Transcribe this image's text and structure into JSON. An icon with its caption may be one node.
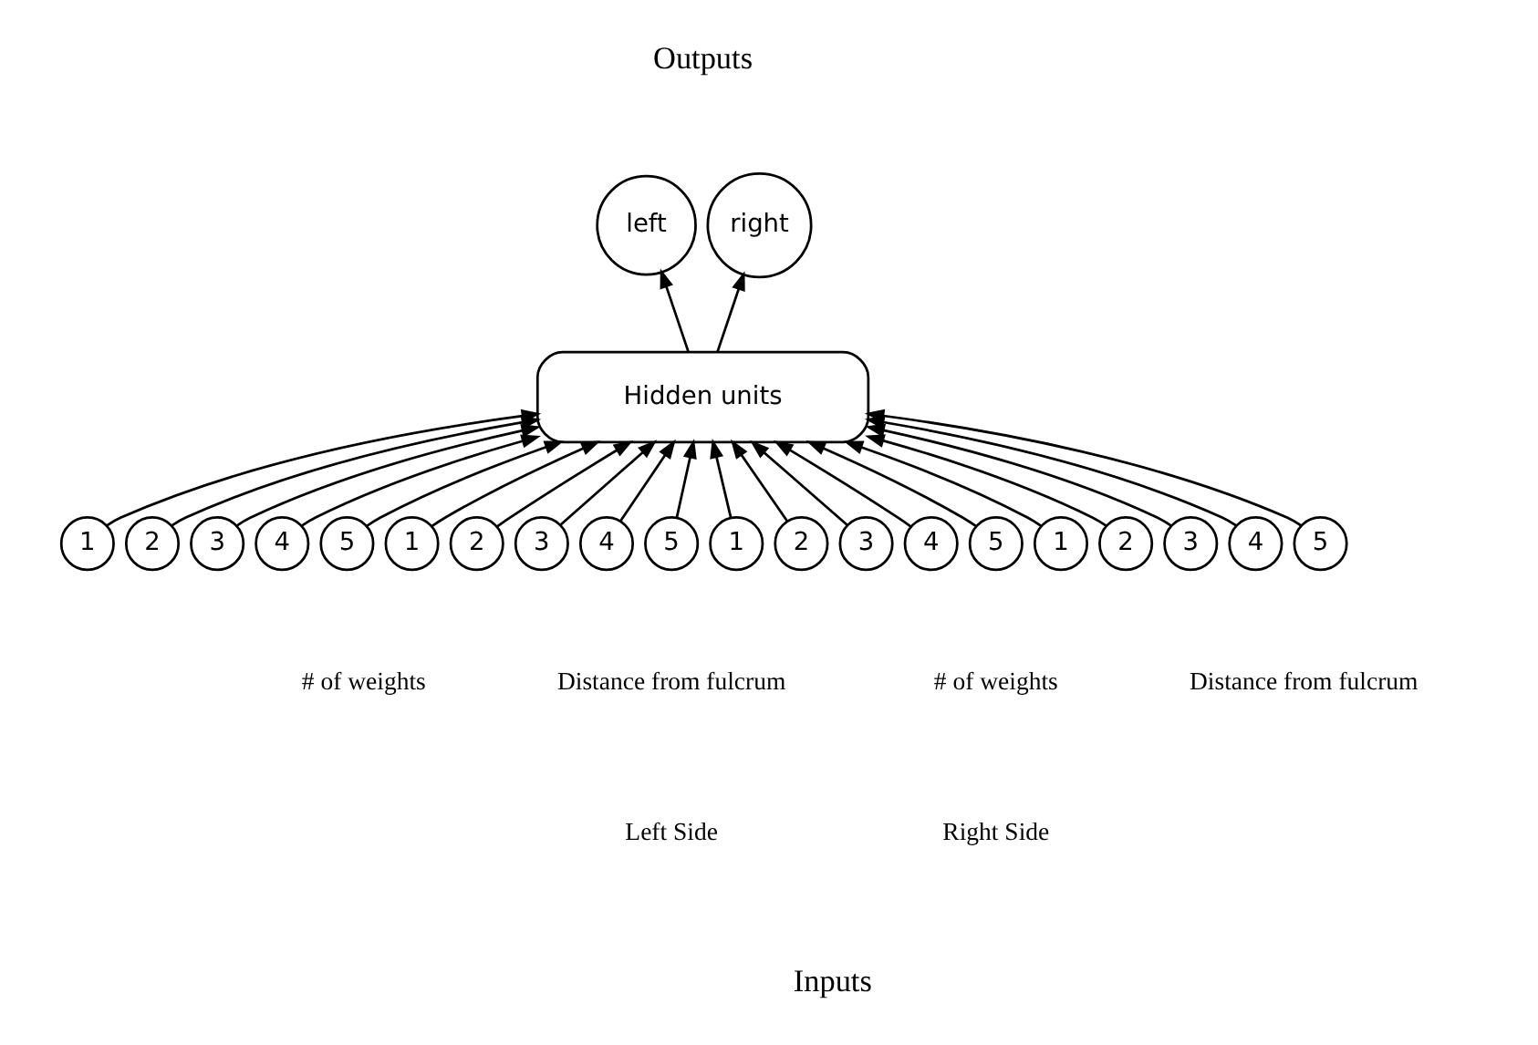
{
  "diagram": {
    "nodes": [
      {
        "text": [
          "left"
        ]
      },
      {
        "text": [
          "right"
        ]
      },
      {
        "text": [
          "Hidden units"
        ]
      },
      {
        "text": [
          "1"
        ]
      },
      {
        "text": [
          "2"
        ]
      },
      {
        "text": [
          "3"
        ]
      },
      {
        "text": [
          "4"
        ]
      },
      {
        "text": [
          "5"
        ]
      },
      {
        "text": [
          "1"
        ]
      },
      {
        "text": [
          "2"
        ]
      },
      {
        "text": [
          "3"
        ]
      },
      {
        "text": [
          "4"
        ]
      },
      {
        "text": [
          "5"
        ]
      },
      {
        "text": [
          "1"
        ]
      },
      {
        "text": [
          "2"
        ]
      },
      {
        "text": [
          "3"
        ]
      },
      {
        "text": [
          "4"
        ]
      },
      {
        "text": [
          "5"
        ]
      },
      {
        "text": [
          "1"
        ]
      },
      {
        "text": [
          "2"
        ]
      },
      {
        "text": [
          "3"
        ]
      },
      {
        "text": [
          "4"
        ]
      },
      {
        "text": [
          "5"
        ]
      }
    ],
    "edges": [
      {
        "from": 2,
        "to": 0,
        "arrow": "to"
      },
      {
        "from": 2,
        "to": 1,
        "arrow": "to"
      },
      {
        "from": 3,
        "to": 2,
        "arrow": "to"
      },
      {
        "from": 4,
        "to": 2,
        "arrow": "to"
      },
      {
        "from": 5,
        "to": 2,
        "arrow": "to"
      },
      {
        "from": 6,
        "to": 2,
        "arrow": "to"
      },
      {
        "from": 7,
        "to": 2,
        "arrow": "to"
      },
      {
        "from": 8,
        "to": 2,
        "arrow": "to"
      },
      {
        "from": 9,
        "to": 2,
        "arrow": "to"
      },
      {
        "from": 10,
        "to": 2,
        "arrow": "to"
      },
      {
        "from": 11,
        "to": 2,
        "arrow": "to"
      },
      {
        "from": 12,
        "to": 2,
        "arrow": "to"
      },
      {
        "from": 13,
        "to": 2,
        "arrow": "to"
      },
      {
        "from": 14,
        "to": 2,
        "arrow": "to"
      },
      {
        "from": 15,
        "to": 2,
        "arrow": "to"
      },
      {
        "from": 16,
        "to": 2,
        "arrow": "to"
      },
      {
        "from": 17,
        "to": 2,
        "arrow": "to"
      },
      {
        "from": 18,
        "to": 2,
        "arrow": "to"
      },
      {
        "from": 19,
        "to": 2,
        "arrow": "to"
      },
      {
        "from": 20,
        "to": 2,
        "arrow": "to"
      },
      {
        "from": 21,
        "to": 2,
        "arrow": "to"
      },
      {
        "from": 22,
        "to": 2,
        "arrow": "to"
      }
    ],
    "labels": [
      "Outputs",
      "# of weights",
      "Distance from fulcrum",
      "# of weights",
      "Distance from fulcrum",
      "Left Side",
      "Right Side",
      "Inputs"
    ]
  }
}
